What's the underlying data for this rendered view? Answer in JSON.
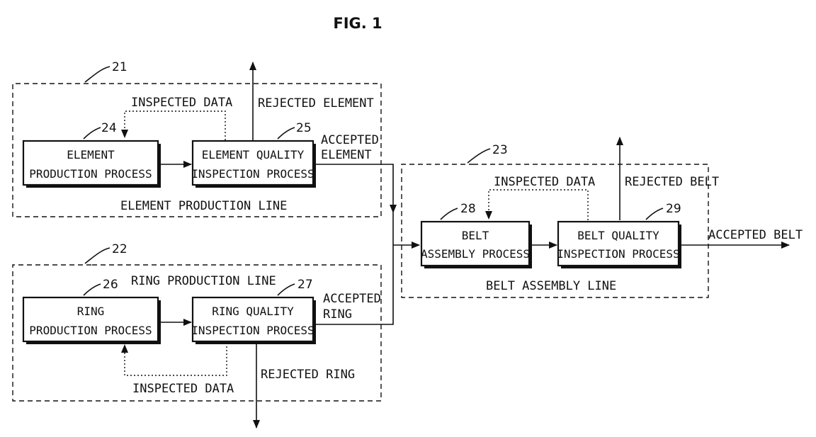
{
  "figure": {
    "title": "FIG. 1"
  },
  "lines": {
    "element_line": {
      "ref": "21",
      "label": "ELEMENT PRODUCTION LINE"
    },
    "ring_line": {
      "ref": "22",
      "label": "RING PRODUCTION LINE"
    },
    "belt_line": {
      "ref": "23",
      "label": "BELT ASSEMBLY LINE"
    }
  },
  "boxes": {
    "element_production": {
      "ref": "24",
      "line1": "ELEMENT",
      "line2": "PRODUCTION PROCESS"
    },
    "element_inspection": {
      "ref": "25",
      "line1": "ELEMENT QUALITY",
      "line2": "INSPECTION PROCESS"
    },
    "ring_production": {
      "ref": "26",
      "line1": "RING",
      "line2": "PRODUCTION PROCESS"
    },
    "ring_inspection": {
      "ref": "27",
      "line1": "RING QUALITY",
      "line2": "INSPECTION PROCESS"
    },
    "belt_assembly": {
      "ref": "28",
      "line1": "BELT",
      "line2": "ASSEMBLY PROCESS"
    },
    "belt_inspection": {
      "ref": "29",
      "line1": "BELT QUALITY",
      "line2": "INSPECTION PROCESS"
    }
  },
  "flows": {
    "element_inspected_data": "INSPECTED DATA",
    "rejected_element": "REJECTED ELEMENT",
    "accepted_element_1": "ACCEPTED",
    "accepted_element_2": "ELEMENT",
    "ring_inspected_data": "INSPECTED DATA",
    "rejected_ring": "REJECTED RING",
    "accepted_ring_1": "ACCEPTED",
    "accepted_ring_2": "RING",
    "belt_inspected_data": "INSPECTED DATA",
    "rejected_belt": "REJECTED BELT",
    "accepted_belt": "ACCEPTED BELT"
  }
}
